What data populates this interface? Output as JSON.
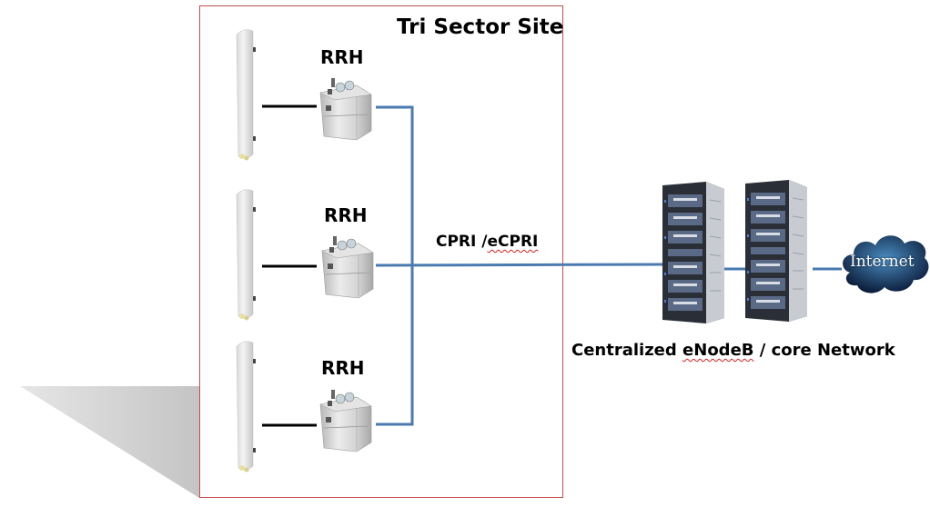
{
  "site": {
    "title": "Tri Sector Site",
    "sectors": [
      {
        "antenna": "antenna-icon",
        "rrh_label": "RRH"
      },
      {
        "antenna": "antenna-icon",
        "rrh_label": "RRH"
      },
      {
        "antenna": "antenna-icon",
        "rrh_label": "RRH"
      }
    ]
  },
  "link": {
    "label_prefix": "CPRI /",
    "label_marked": "eCPRI",
    "color": "#4a7ab0"
  },
  "core": {
    "label_prefix": "Centralized ",
    "label_marked": "eNodeB",
    "label_suffix": " / core Network",
    "racks": [
      "server-rack-icon",
      "server-rack-icon"
    ]
  },
  "internet": {
    "label": "Internet"
  },
  "colors": {
    "frame_border": "#c0504d",
    "fronthaul_line": "#4a7ab0",
    "rf_cable": "#000000"
  }
}
